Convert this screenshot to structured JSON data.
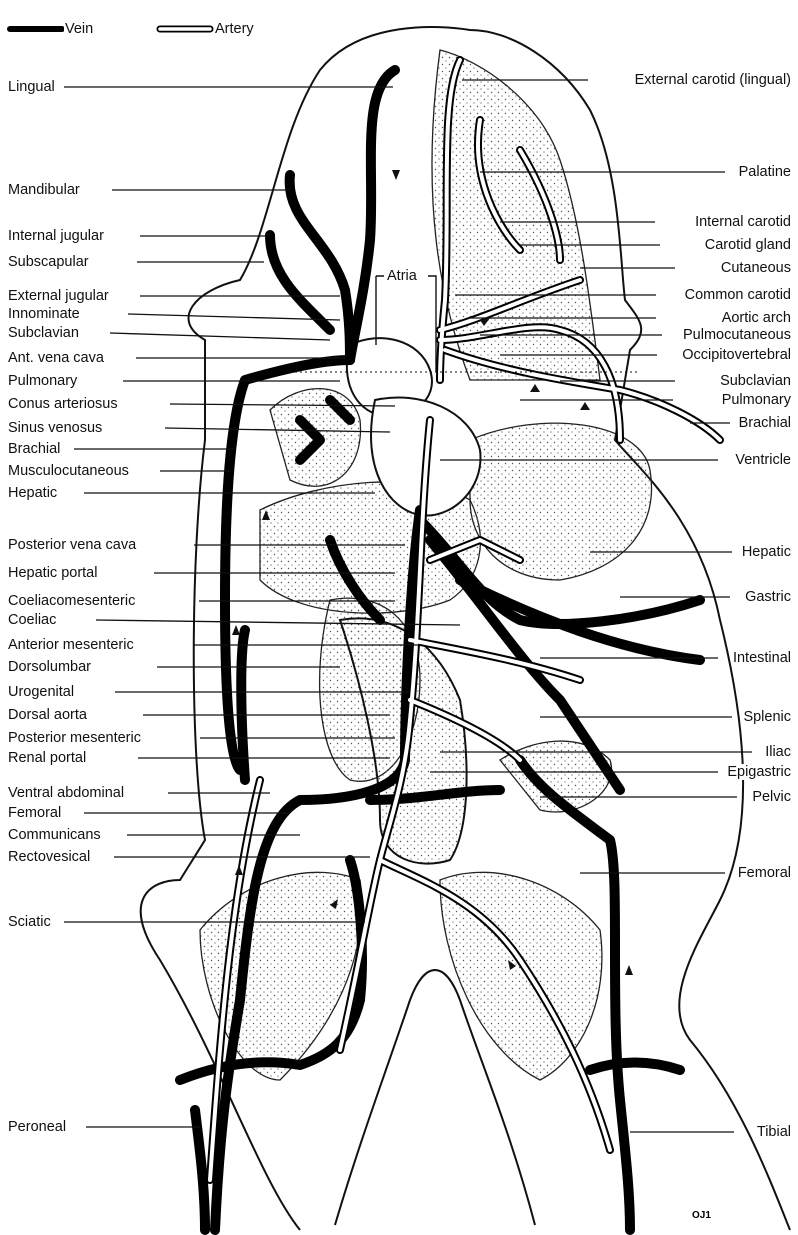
{
  "legend": {
    "vein_label": "Vein",
    "artery_label": "Artery"
  },
  "center_label": "Atria",
  "signature": "OJ1",
  "left_labels": [
    "Lingual",
    "Mandibular",
    "Internal jugular",
    "Subscapular",
    "External jugular",
    "Innominate",
    "Subclavian",
    "Ant. vena cava",
    "Pulmonary",
    "Conus arteriosus",
    "Sinus venosus",
    "Brachial",
    "Musculocutaneous",
    "Hepatic",
    "Posterior vena cava",
    "Hepatic portal",
    "Coeliacomesenteric",
    "Coeliac",
    "Anterior mesenteric",
    "Dorsolumbar",
    "Urogenital",
    "Dorsal aorta",
    "Posterior mesenteric",
    "Renal portal",
    "Ventral abdominal",
    "Femoral",
    "Communicans",
    "Rectovesical",
    "Sciatic",
    "Peroneal"
  ],
  "right_labels": [
    "External carotid (lingual)",
    "Palatine",
    "Internal carotid",
    "Carotid gland",
    "Cutaneous",
    "Common carotid",
    "Aortic arch",
    "Pulmocutaneous",
    "Occipitovertebral",
    "Subclavian",
    "Pulmonary",
    "Brachial",
    "Ventricle",
    "Hepatic",
    "Gastric",
    "Intestinal",
    "Splenic",
    "Iliac",
    "Epigastric",
    "Pelvic",
    "Femoral",
    "Tibial"
  ],
  "colors": {
    "vein": "#000000",
    "artery": "#ffffff",
    "outline": "#111111",
    "stipple": "#555555"
  }
}
